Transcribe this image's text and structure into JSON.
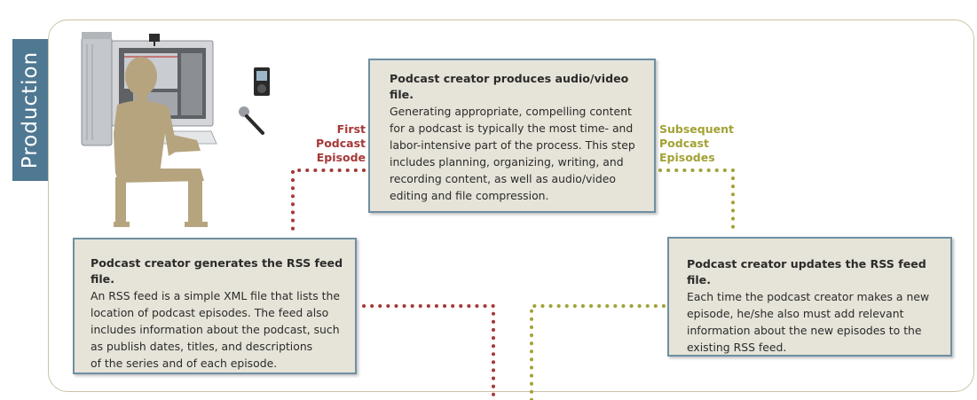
{
  "section_tab": {
    "label": "Production"
  },
  "connector_labels": {
    "first": [
      "First",
      "Podcast",
      "Episode"
    ],
    "subsequent": [
      "Subsequent",
      "Podcast",
      "Episodes"
    ]
  },
  "boxes": {
    "produce": {
      "title": "Podcast creator produces audio/video file.",
      "lines": [
        "Generating appropriate, compelling content",
        "for a podcast is typically the most time- and",
        "labor-intensive part of the process. This step",
        "includes planning, organizing, writing, and",
        "recording content, as well as audio/video",
        "editing and file compression."
      ]
    },
    "generate": {
      "title": "Podcast creator generates the RSS feed file.",
      "lines": [
        "An RSS feed is a simple XML file that lists the",
        "location of podcast episodes. The feed also",
        "includes information about the podcast, such",
        "as publish dates, titles, and descriptions",
        "of the series and of each episode."
      ]
    },
    "update": {
      "title": "Podcast creator updates the RSS feed file.",
      "lines": [
        "Each time the podcast creator makes a new",
        "episode, he/she also must add relevant",
        "information about the new episodes to the",
        "existing RSS feed."
      ]
    }
  },
  "colors": {
    "tab": "#4f7892",
    "box_fill": "#e6e3d8",
    "box_border": "#6f8fa3",
    "first_path": "#a63838",
    "subsequent_path": "#a2a235",
    "figure": "#b6a47f"
  }
}
